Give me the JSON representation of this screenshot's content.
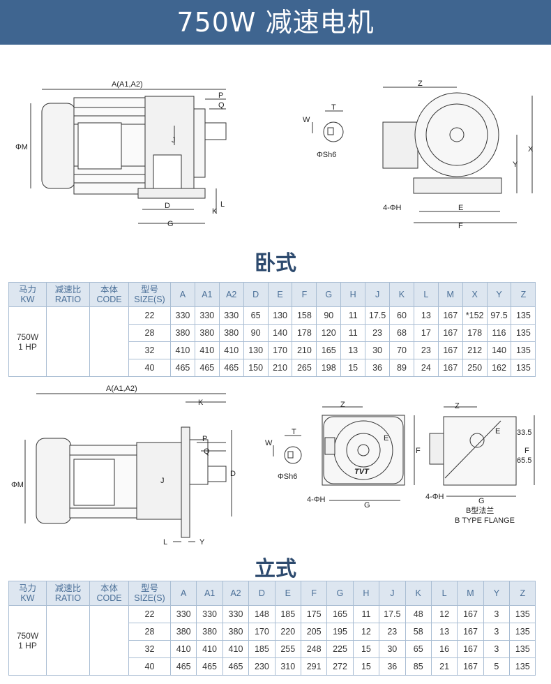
{
  "header": {
    "title": "750W 减速电机"
  },
  "horizontal": {
    "title": "卧式",
    "drawing_labels": {
      "a": "A(A1,A2)",
      "p": "P",
      "q": "Q",
      "phim": "ΦM",
      "j": "J",
      "d": "D",
      "g": "G",
      "l": "L",
      "k": "K",
      "w": "W",
      "t": "T",
      "phis": "ΦSh6",
      "z": "Z",
      "x": "X",
      "y": "Y",
      "h4": "4-ΦH",
      "e": "E",
      "f": "F"
    },
    "table": {
      "headers": [
        [
          "马力",
          "KW"
        ],
        [
          "减速比",
          "RATIO"
        ],
        [
          "本体",
          "CODE"
        ],
        [
          "型号",
          "SIZE(S)"
        ],
        [
          "A"
        ],
        [
          "A1"
        ],
        [
          "A2"
        ],
        [
          "D"
        ],
        [
          "E"
        ],
        [
          "F"
        ],
        [
          "G"
        ],
        [
          "H"
        ],
        [
          "J"
        ],
        [
          "K"
        ],
        [
          "L"
        ],
        [
          "M"
        ],
        [
          "X"
        ],
        [
          "Y"
        ],
        [
          "Z"
        ]
      ],
      "model": [
        "750W",
        "1 HP"
      ],
      "rows": [
        [
          "22",
          "330",
          "330",
          "330",
          "65",
          "130",
          "158",
          "90",
          "11",
          "17.5",
          "60",
          "13",
          "167",
          "*152",
          "97.5",
          "135"
        ],
        [
          "28",
          "380",
          "380",
          "380",
          "90",
          "140",
          "178",
          "120",
          "11",
          "23",
          "68",
          "17",
          "167",
          "178",
          "116",
          "135"
        ],
        [
          "32",
          "410",
          "410",
          "410",
          "130",
          "170",
          "210",
          "165",
          "13",
          "30",
          "70",
          "23",
          "167",
          "212",
          "140",
          "135"
        ],
        [
          "40",
          "465",
          "465",
          "465",
          "150",
          "210",
          "265",
          "198",
          "15",
          "36",
          "89",
          "24",
          "167",
          "250",
          "162",
          "135"
        ]
      ]
    }
  },
  "vertical": {
    "title": "立式",
    "drawing_labels": {
      "a": "A(A1,A2)",
      "k": "K",
      "p": "P",
      "q": "Q",
      "phim": "ΦM",
      "j": "J",
      "d": "D",
      "l": "L",
      "y": "Y",
      "w": "W",
      "t": "T",
      "phis": "ΦSh6",
      "z": "Z",
      "e": "E",
      "f": "F",
      "g": "G",
      "h4": "4-ΦH",
      "tvt": "TVT",
      "z2": "Z",
      "e2": "E",
      "f2": "F",
      "g2": "G",
      "h42": "4-ΦH",
      "d335": "33.5",
      "d655": "65.5",
      "flange_cn": "B型法兰",
      "flange_en": "B TYPE FLANGE"
    },
    "table": {
      "headers": [
        [
          "马力",
          "KW"
        ],
        [
          "减速比",
          "RATIO"
        ],
        [
          "本体",
          "CODE"
        ],
        [
          "型号",
          "SIZE(S)"
        ],
        [
          "A"
        ],
        [
          "A1"
        ],
        [
          "A2"
        ],
        [
          "D"
        ],
        [
          "E"
        ],
        [
          "F"
        ],
        [
          "G"
        ],
        [
          "H"
        ],
        [
          "J"
        ],
        [
          "K"
        ],
        [
          "L"
        ],
        [
          "M"
        ],
        [
          "Y"
        ],
        [
          "Z"
        ]
      ],
      "model": [
        "750W",
        "1 HP"
      ],
      "rows": [
        [
          "22",
          "330",
          "330",
          "330",
          "148",
          "185",
          "175",
          "165",
          "11",
          "17.5",
          "48",
          "12",
          "167",
          "3",
          "135"
        ],
        [
          "28",
          "380",
          "380",
          "380",
          "170",
          "220",
          "205",
          "195",
          "12",
          "23",
          "58",
          "13",
          "167",
          "3",
          "135"
        ],
        [
          "32",
          "410",
          "410",
          "410",
          "185",
          "255",
          "248",
          "225",
          "15",
          "30",
          "65",
          "16",
          "167",
          "3",
          "135"
        ],
        [
          "40",
          "465",
          "465",
          "465",
          "230",
          "310",
          "291",
          "272",
          "15",
          "36",
          "85",
          "21",
          "167",
          "5",
          "135"
        ]
      ]
    }
  }
}
